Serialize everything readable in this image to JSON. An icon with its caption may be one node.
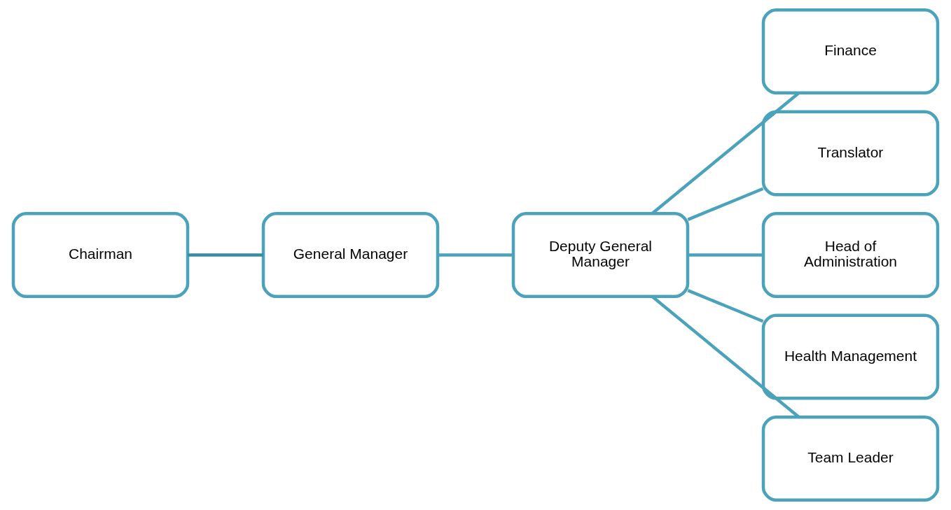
{
  "diagram": {
    "nodes": [
      {
        "text": [
          "Chairman"
        ]
      },
      {
        "text": [
          "General Manager"
        ]
      },
      {
        "text": [
          "Deputy General Manager"
        ]
      },
      {
        "text": [
          "Finance"
        ]
      },
      {
        "text": [
          "Translator"
        ]
      },
      {
        "text": [
          "Head of Administration"
        ]
      },
      {
        "text": [
          "Health Management"
        ]
      },
      {
        "text": [
          "Team Leader"
        ]
      }
    ],
    "edges": [
      {
        "from": 0,
        "to": 1,
        "arrow": "none",
        "color": "#3a8aa2"
      },
      {
        "from": 1,
        "to": 2,
        "arrow": "none"
      },
      {
        "from": 2,
        "to": 3,
        "arrow": "none"
      },
      {
        "from": 2,
        "to": 4,
        "arrow": "none"
      },
      {
        "from": 2,
        "to": 5,
        "arrow": "none"
      },
      {
        "from": 2,
        "to": 6,
        "arrow": "none"
      },
      {
        "from": 2,
        "to": 7,
        "arrow": "none"
      }
    ]
  }
}
